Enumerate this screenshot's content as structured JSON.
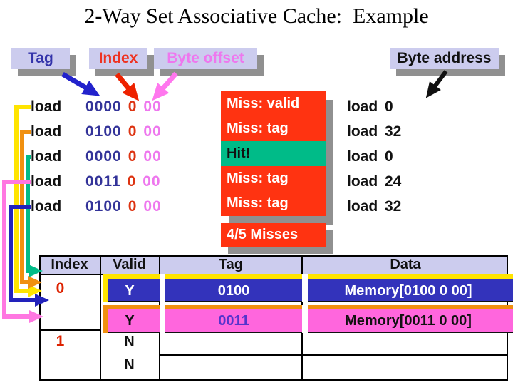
{
  "title": "2-Way Set Associative Cache:  Example",
  "field_labels": {
    "tag": "Tag",
    "index": "Index",
    "byte_offset": "Byte offset",
    "byte_address": "Byte address"
  },
  "accesses": [
    {
      "op": "load",
      "tag_bits": "0000",
      "index_bit": "0",
      "offset_bits": "00",
      "result": "Miss: valid",
      "outcome": "miss",
      "byte_address": "0"
    },
    {
      "op": "load",
      "tag_bits": "0100",
      "index_bit": "0",
      "offset_bits": "00",
      "result": "Miss: tag",
      "outcome": "miss",
      "byte_address": "32"
    },
    {
      "op": "load",
      "tag_bits": "0000",
      "index_bit": "0",
      "offset_bits": "00",
      "result": "Hit!",
      "outcome": "hit",
      "byte_address": "0"
    },
    {
      "op": "load",
      "tag_bits": "0011",
      "index_bit": "0",
      "offset_bits": "00",
      "result": "Miss: tag",
      "outcome": "miss",
      "byte_address": "24"
    },
    {
      "op": "load",
      "tag_bits": "0100",
      "index_bit": "0",
      "offset_bits": "00",
      "result": "Miss: tag",
      "outcome": "miss",
      "byte_address": "32"
    }
  ],
  "summary": {
    "text": "4/5 Misses"
  },
  "cache_table": {
    "headers": {
      "index": "Index",
      "valid": "Valid",
      "tag": "Tag",
      "data": "Data"
    },
    "sets": [
      {
        "index": "0",
        "ways": [
          {
            "valid": "Y",
            "tag": "0100",
            "data": "Memory[0100 0 00]",
            "highlight": "blue"
          },
          {
            "valid": "Y",
            "tag": "0011",
            "data": "Memory[0011 0 00]",
            "highlight": "magenta"
          }
        ]
      },
      {
        "index": "1",
        "ways": [
          {
            "valid": "N",
            "tag": "",
            "data": ""
          },
          {
            "valid": "N",
            "tag": "",
            "data": ""
          }
        ]
      }
    ]
  },
  "colors": {
    "miss_bg": "#ff3311",
    "hit_bg": "#00bb88",
    "label_box_bg": "#ccccee",
    "shadow": "#909090",
    "tag_text": "#3333aa",
    "index_text": "#ee3322",
    "offset_text": "#ee77ee",
    "way0_row_bg": "#3333bb",
    "way1_row_bg": "#ff66dd",
    "highlight_yellow": "#ffe400",
    "highlight_orange": "#f09010",
    "bracket_teal": "#00bb88",
    "bracket_pink": "#ff77e1",
    "bracket_blue": "#2222bb"
  }
}
